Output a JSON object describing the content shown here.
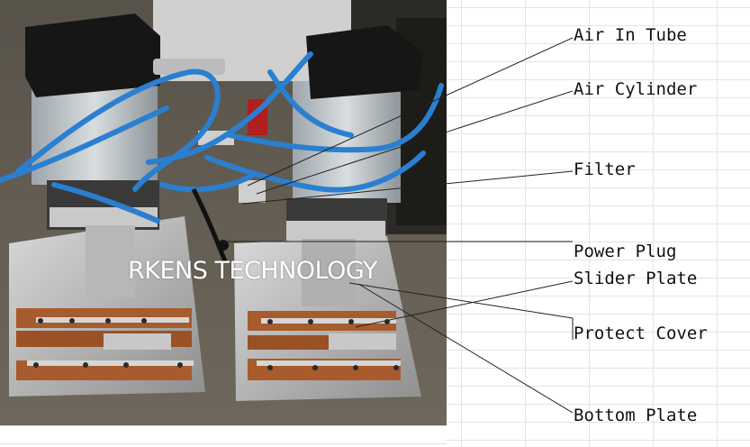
{
  "watermark": "RKENS TECHNOLOGY",
  "callouts": {
    "air_in_tube": "Air In Tube",
    "air_cylinder": "Air Cylinder",
    "filter": "Filter",
    "power_plug": "Power Plug",
    "slider_plate": "Slider Plate",
    "protect_cover": "Protect Cover",
    "bottom_plate": "Bottom Plate"
  },
  "colors": {
    "tube_blue": "#2a7fd0",
    "cylinder_black": "#1a1a1a",
    "copper_plate": "#a85b2c",
    "steel": "#bdbdbd"
  }
}
